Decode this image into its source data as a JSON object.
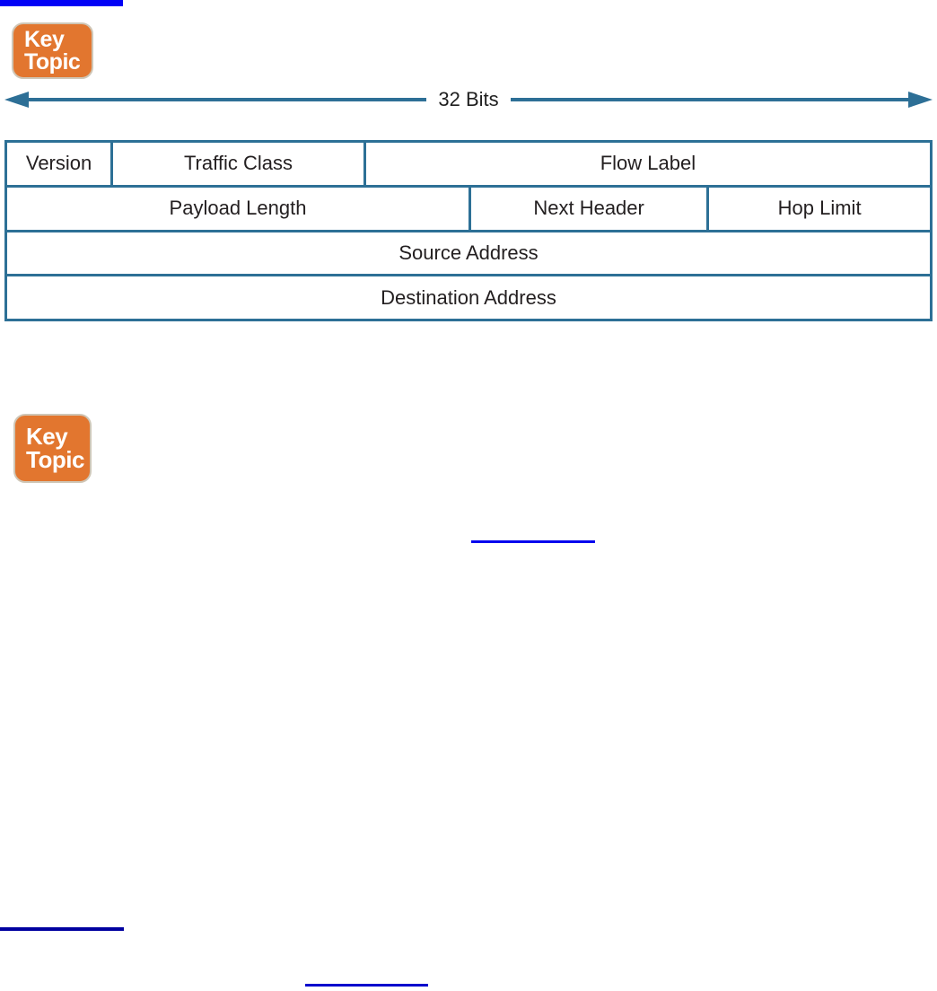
{
  "badges": {
    "key_topic_top": {
      "line1": "Key",
      "line2": "Topic"
    },
    "key_topic_bottom": {
      "line1": "Key",
      "line2": "Topic"
    }
  },
  "figure": {
    "bits_label": "32 Bits",
    "rows": [
      {
        "cells": [
          "Version",
          "Traffic Class",
          "Flow Label"
        ]
      },
      {
        "cells": [
          "Payload Length",
          "Next Header",
          "Hop Limit"
        ]
      },
      {
        "cells": [
          "Source Address"
        ]
      },
      {
        "cells": [
          "Destination Address"
        ]
      }
    ]
  },
  "colors": {
    "diagram_border": "#2d7096",
    "arrow": "#2d6f96",
    "badge_orange": "#e2762f",
    "badge_border": "#cfc6b6",
    "badge_text": "#ffffff",
    "figure_text": "#231f20",
    "link_top": "#0101f6",
    "link_middle": "#0000ee",
    "link_bottom_left": "#0000a0",
    "link_bottom_middle": "#0101cd"
  }
}
